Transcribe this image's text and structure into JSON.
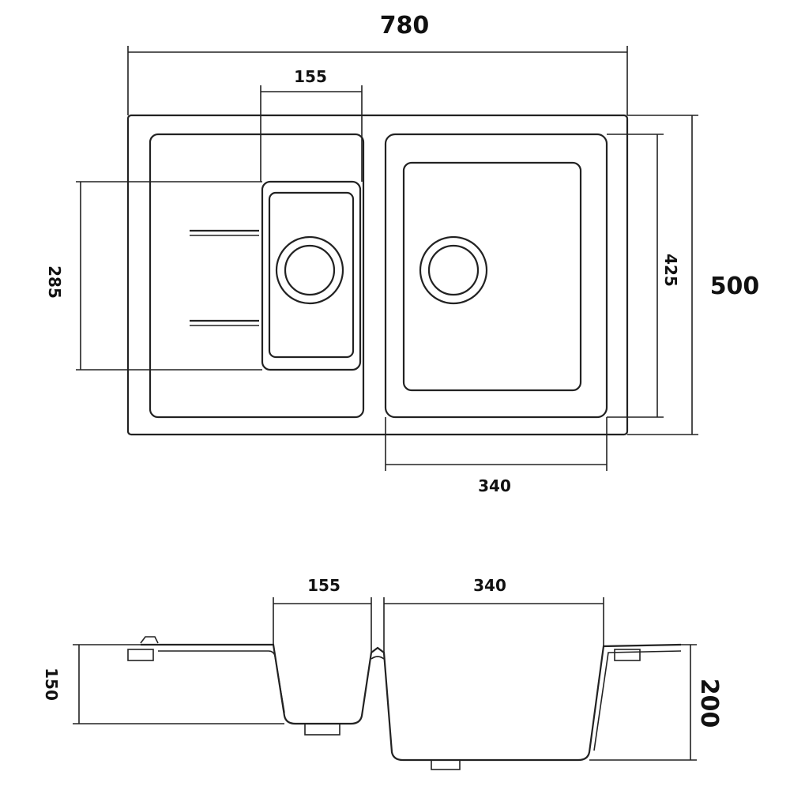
{
  "plan_view": {
    "overall_width": "780",
    "overall_depth": "500",
    "small_bowl_width": "155",
    "small_bowl_length": "285",
    "large_bowl_width": "340",
    "large_bowl_length": "425"
  },
  "section_view": {
    "small_bowl_width": "155",
    "large_bowl_width": "340",
    "small_bowl_depth": "150",
    "large_bowl_depth": "200"
  },
  "colors": {
    "line": "#222222",
    "background": "#ffffff"
  }
}
